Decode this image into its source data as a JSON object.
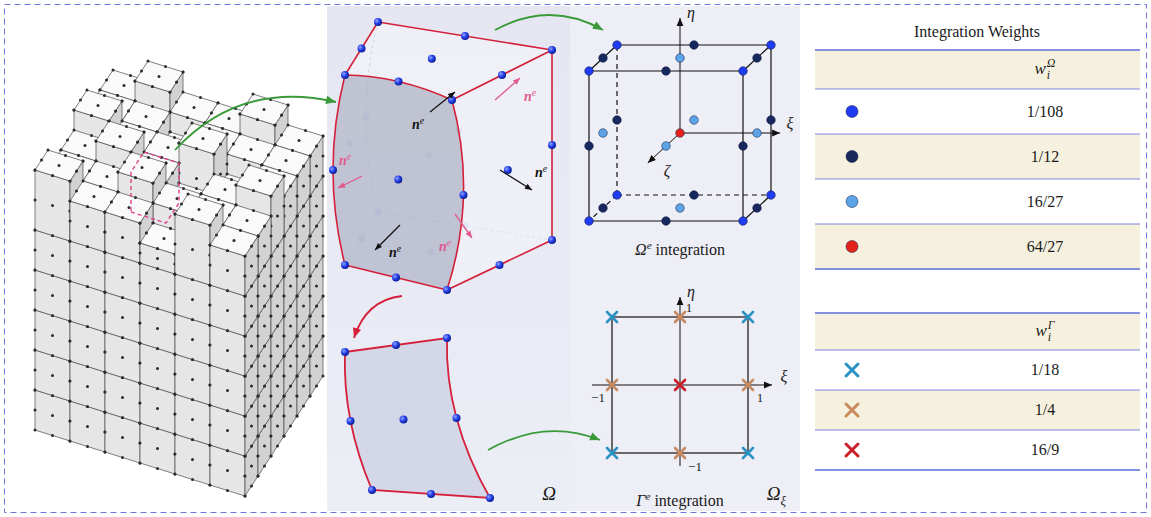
{
  "diagram": {
    "nodes": [
      {
        "text": [
          "Ω"
        ]
      },
      {
        "text": [
          "Ω",
          "ξ"
        ]
      }
    ],
    "labels": [
      "Integration Weights",
      "w",
      "i",
      "Ω",
      "w",
      "i",
      "Γ",
      "n",
      "e",
      "n",
      "e",
      "n",
      "e",
      "n",
      "e",
      "n",
      "e",
      "n",
      "e",
      "η",
      "ξ",
      "ζ",
      "Ω",
      "e",
      "integration",
      "η",
      "ξ",
      "1",
      "−1",
      "1",
      "−1",
      "Γ",
      "e",
      "integration"
    ],
    "legend": [
      {
        "text": "1/108",
        "color": "#1f3cf2"
      },
      {
        "text": "1/12",
        "color": "#17285c"
      },
      {
        "text": "16/27",
        "color": "#5da3e8"
      },
      {
        "text": "64/27",
        "color": "#e3231b"
      },
      {
        "text": "1/18",
        "color": "#2b93c4"
      },
      {
        "text": "1/4",
        "color": "#c98b5e"
      },
      {
        "text": "16/9",
        "color": "#c9202c"
      }
    ]
  }
}
